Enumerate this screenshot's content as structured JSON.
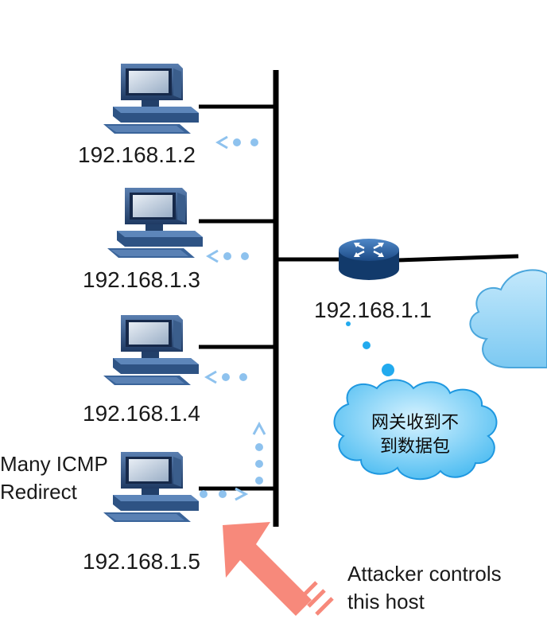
{
  "hosts": [
    {
      "ip": "192.168.1.2"
    },
    {
      "ip": "192.168.1.3"
    },
    {
      "ip": "192.168.1.4"
    },
    {
      "ip": "192.168.1.5"
    }
  ],
  "gateway": {
    "ip": "192.168.1.1"
  },
  "bubble": {
    "line1": "网关收到不",
    "line2": "到数据包"
  },
  "annotations": {
    "icmp_line1": "Many ICMP",
    "icmp_line2": "Redirect",
    "attacker_line1": "Attacker controls",
    "attacker_line2": "this host"
  },
  "colors": {
    "wire": "#000000",
    "arrow_dots": "#8ec2ee",
    "bubble_dots": "#22aaee",
    "cloud": "#7fcdf7",
    "attacker_arrow": "#f7897b",
    "computer": "#2c4a73",
    "router": "#1e4b83"
  }
}
